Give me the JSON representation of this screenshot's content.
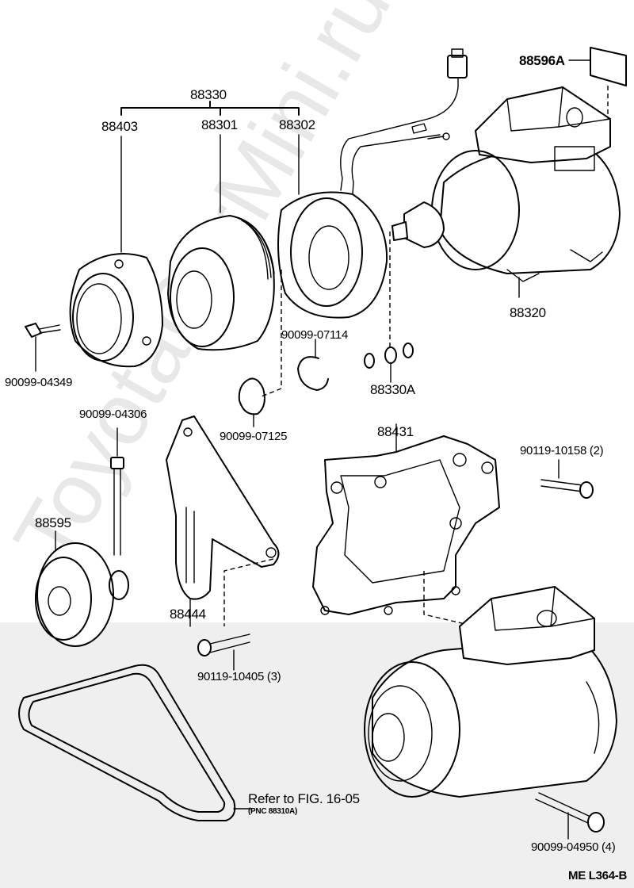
{
  "diagram": {
    "figure_code": "ME  L364-B",
    "watermark": "ToyotaCarMini.ru",
    "parts": {
      "clutch_assy": "88330",
      "pressure_plate": "88403",
      "pulley": "88301",
      "stator": "88302",
      "compressor": "88320",
      "caution_label": "88596A",
      "shims": "88330A",
      "bolt_front": "90099-04349",
      "snap_ring": "90099-07114",
      "snap_ring_2": "90099-07125",
      "idler_bolt": "90099-04306",
      "idler_pulley": "88595",
      "bracket": "88444",
      "compressor_bracket": "88431",
      "bracket_bolts": "90119-10158 (2)",
      "bolts_lower": "90119-10405 (3)",
      "compressor_bolts": "90099-04950 (4)"
    },
    "belt_ref": {
      "text": "Refer to FIG. 16-05",
      "pnc": "(PNC 88310A)"
    }
  }
}
